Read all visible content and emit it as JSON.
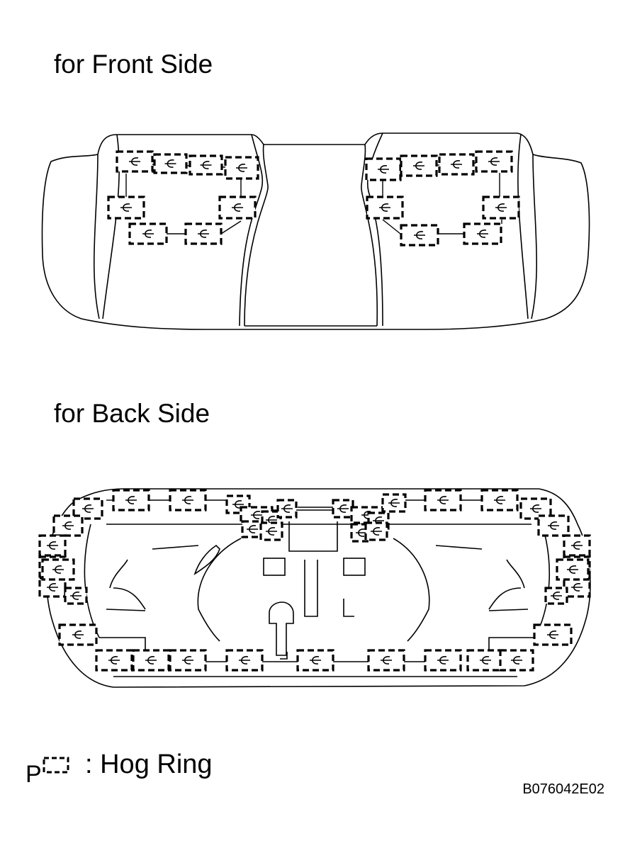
{
  "sections": {
    "front": {
      "heading": "for Front Side"
    },
    "back": {
      "heading": "for Back Side"
    }
  },
  "legend": {
    "prefix": "P",
    "label": ": Hog Ring",
    "icon": "hog-ring-box-icon"
  },
  "figure_code": "B076042E02"
}
